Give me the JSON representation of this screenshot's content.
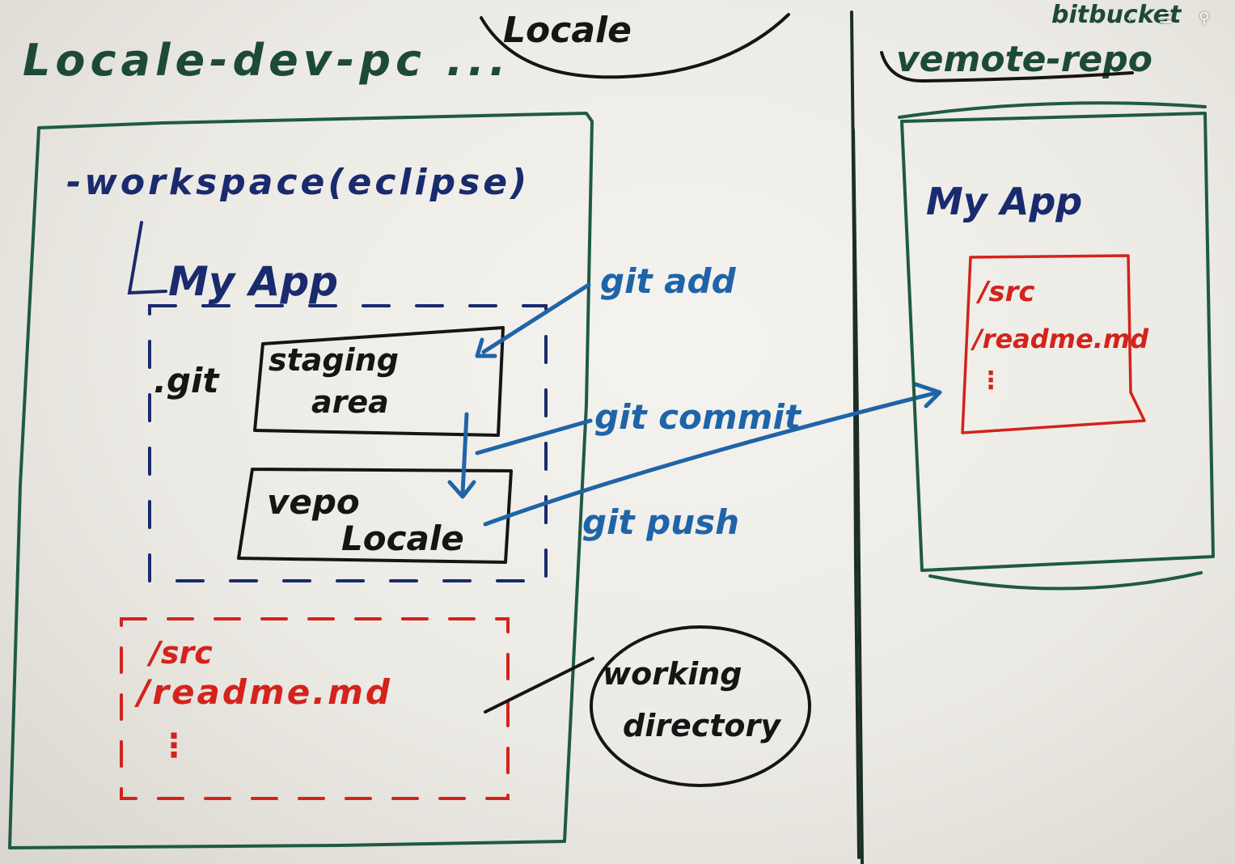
{
  "labels": {
    "local_title": "Locale-dev-pc ...",
    "local_header": "Locale",
    "hosting": "bitbucket",
    "remote_title": "vemote-repo",
    "workspace": "-workspace(eclipse)",
    "myapp_local": "My App",
    "git_folder": ".git",
    "staging_line1": "staging",
    "staging_line2": "area",
    "repo_line1": "vepo",
    "repo_line2": "Locale",
    "cmd_add": "git add",
    "cmd_commit": "git commit",
    "cmd_push": "git push",
    "wd_src": "/src",
    "wd_readme": "/readme.md",
    "wd_dots": "⋮",
    "callout_line1": "working",
    "callout_line2": "directory",
    "myapp_remote": "My App",
    "remote_src": "/src",
    "remote_readme": "/readme.md",
    "remote_dots": "⋮"
  },
  "controls": {
    "share_icon": "share-icon",
    "tune_icon": "tune-icon",
    "zoom_icon": "zoom-icon",
    "share_glyph": "‹",
    "tune_glyph": "☰",
    "zoom_glyph": "⚲"
  },
  "colors": {
    "board": "#ecebe6",
    "green_marker": "#1f5a44",
    "navy_marker": "#1a2a6e",
    "blue_marker": "#1f64a8",
    "red_marker": "#d3231c",
    "black_marker": "#151515"
  }
}
